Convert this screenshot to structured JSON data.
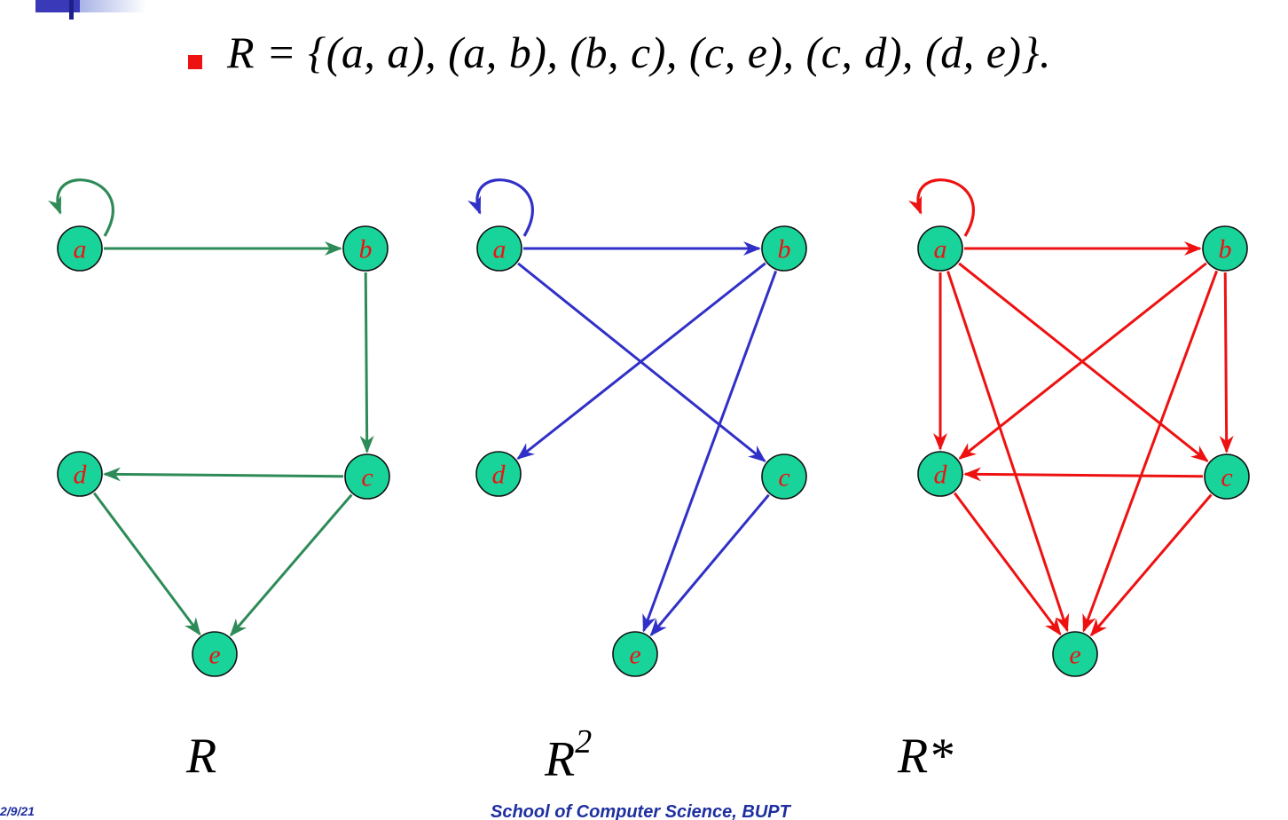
{
  "slide": {
    "relation_text": "R = {(a, a), (a, b), (b, c), (c, e), (c, d), (d, e)}.",
    "footer_date": "2/9/21",
    "footer_school": "School of Computer Science, BUPT"
  },
  "graphs": [
    {
      "id": "R",
      "caption": "R",
      "color": "#2e8b57",
      "nodes": [
        {
          "id": "a",
          "label": "a"
        },
        {
          "id": "b",
          "label": "b"
        },
        {
          "id": "c",
          "label": "c"
        },
        {
          "id": "d",
          "label": "d"
        },
        {
          "id": "e",
          "label": "e"
        }
      ],
      "edges": [
        [
          "a",
          "a"
        ],
        [
          "a",
          "b"
        ],
        [
          "b",
          "c"
        ],
        [
          "c",
          "d"
        ],
        [
          "c",
          "e"
        ],
        [
          "d",
          "e"
        ]
      ]
    },
    {
      "id": "R2",
      "caption": "R",
      "caption_sup": "2",
      "color": "#3030c8",
      "nodes": [
        {
          "id": "a",
          "label": "a"
        },
        {
          "id": "b",
          "label": "b"
        },
        {
          "id": "c",
          "label": "c"
        },
        {
          "id": "d",
          "label": "d"
        },
        {
          "id": "e",
          "label": "e"
        }
      ],
      "edges": [
        [
          "a",
          "a"
        ],
        [
          "a",
          "b"
        ],
        [
          "a",
          "c"
        ],
        [
          "b",
          "d"
        ],
        [
          "b",
          "e"
        ],
        [
          "c",
          "e"
        ]
      ]
    },
    {
      "id": "Rstar",
      "caption": "R*",
      "color": "#ee1111",
      "nodes": [
        {
          "id": "a",
          "label": "a"
        },
        {
          "id": "b",
          "label": "b"
        },
        {
          "id": "c",
          "label": "c"
        },
        {
          "id": "d",
          "label": "d"
        },
        {
          "id": "e",
          "label": "e"
        }
      ],
      "edges": [
        [
          "a",
          "a"
        ],
        [
          "a",
          "b"
        ],
        [
          "a",
          "c"
        ],
        [
          "a",
          "d"
        ],
        [
          "a",
          "e"
        ],
        [
          "b",
          "c"
        ],
        [
          "b",
          "d"
        ],
        [
          "b",
          "e"
        ],
        [
          "c",
          "d"
        ],
        [
          "c",
          "e"
        ],
        [
          "d",
          "e"
        ]
      ]
    }
  ]
}
